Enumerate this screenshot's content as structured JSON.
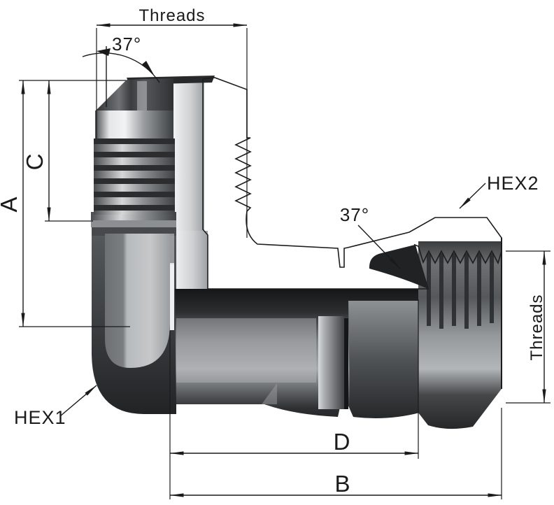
{
  "labels": {
    "threads_top": "Threads",
    "flare_angle": "37°",
    "dim_a": "A",
    "dim_c": "C",
    "hex1": "HEX1",
    "seat_angle": "37°",
    "hex2": "HEX2",
    "threads_right": "Threads",
    "dim_d": "D",
    "dim_b": "B"
  },
  "colors": {
    "background": "#ffffff",
    "line": "#1a1a1a",
    "hatch_fill": "#a7aaac",
    "hatch_line": "#26282a",
    "metal_dark": "#232527",
    "metal_mid": "#8b8e91",
    "metal_light": "#d2d4d6"
  }
}
